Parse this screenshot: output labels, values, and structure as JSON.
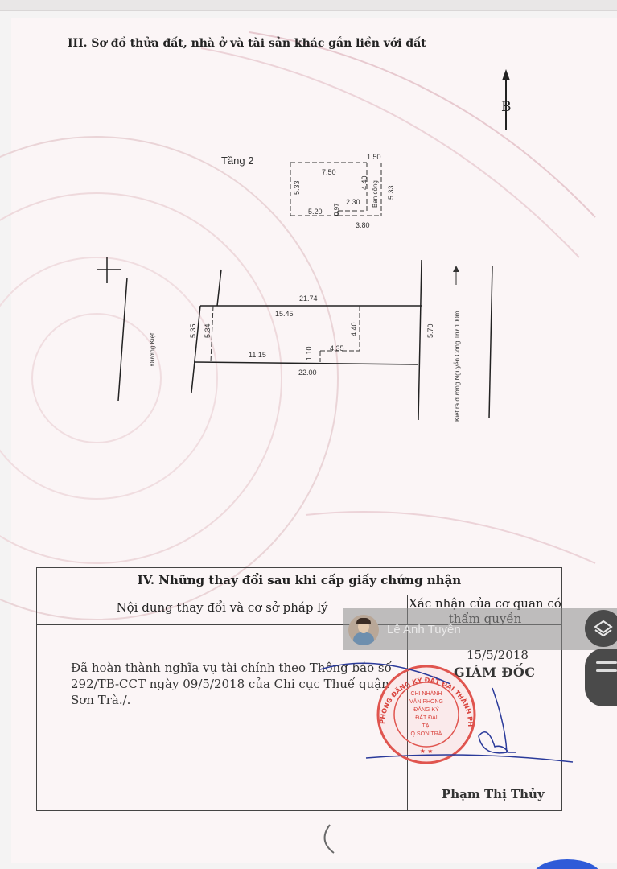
{
  "section_title": "III. Sơ đồ thửa đất, nhà ở và tài sản khác gắn liền với đất",
  "north_label": "B",
  "floor2": {
    "label": "Tầng 2",
    "dim_top_right": "1.50",
    "dim_top": "7.50",
    "dim_left": "5.33",
    "dim_mid": "4.40",
    "dim_balcony": "Ban công",
    "dim_right": "5.33",
    "dim_inner": "2.30",
    "dim_bottom_left": "5.20",
    "dim_small": "0.97",
    "dim_bottom": "3.80"
  },
  "plot": {
    "top_length": "21.74",
    "house_length": "15.45",
    "left_width": "5.35",
    "left_inner": "5.34",
    "right_inner": "4.40",
    "right_width": "5.70",
    "bottom_inner_left": "11.15",
    "bottom_small": "1.10",
    "bottom_inner_right": "4.35",
    "bottom_length": "22.00",
    "left_road": "Đường Kiệt",
    "right_road": "Kiệt ra đường Nguyễn Công Trứ 100m"
  },
  "table": {
    "title": "IV. Những thay đổi sau khi cấp giấy chứng nhận",
    "col1_header": "Nội dung thay đổi và cơ sở pháp lý",
    "col2_header": "Xác nhận của cơ quan có thẩm quyền",
    "content_1": "Đã hoàn thành nghĩa vụ tài chính theo ",
    "content_link": "Thông báo",
    "content_2": "số 292/TB-CCT ngày 09/5/2018 của Chi cục Thuế quận Sơn Trà./.",
    "date": "15/5/2018",
    "role": "GIÁM ĐỐC",
    "signer": "Phạm Thị Thủy"
  },
  "stamp": {
    "outer_text": "PHÒNG ĐĂNG KÝ ĐẤT ĐAI THÀNH PHỐ ĐÀ NẴNG",
    "lines": [
      "CHI NHÁNH",
      "VĂN PHÒNG",
      "ĐĂNG KÝ",
      "ĐẤT ĐAI",
      "TẠI",
      "Q.SƠN TRÀ"
    ],
    "bottom": "★ ★"
  },
  "overlay": {
    "user_name": "Lê Anh Tuyền"
  }
}
